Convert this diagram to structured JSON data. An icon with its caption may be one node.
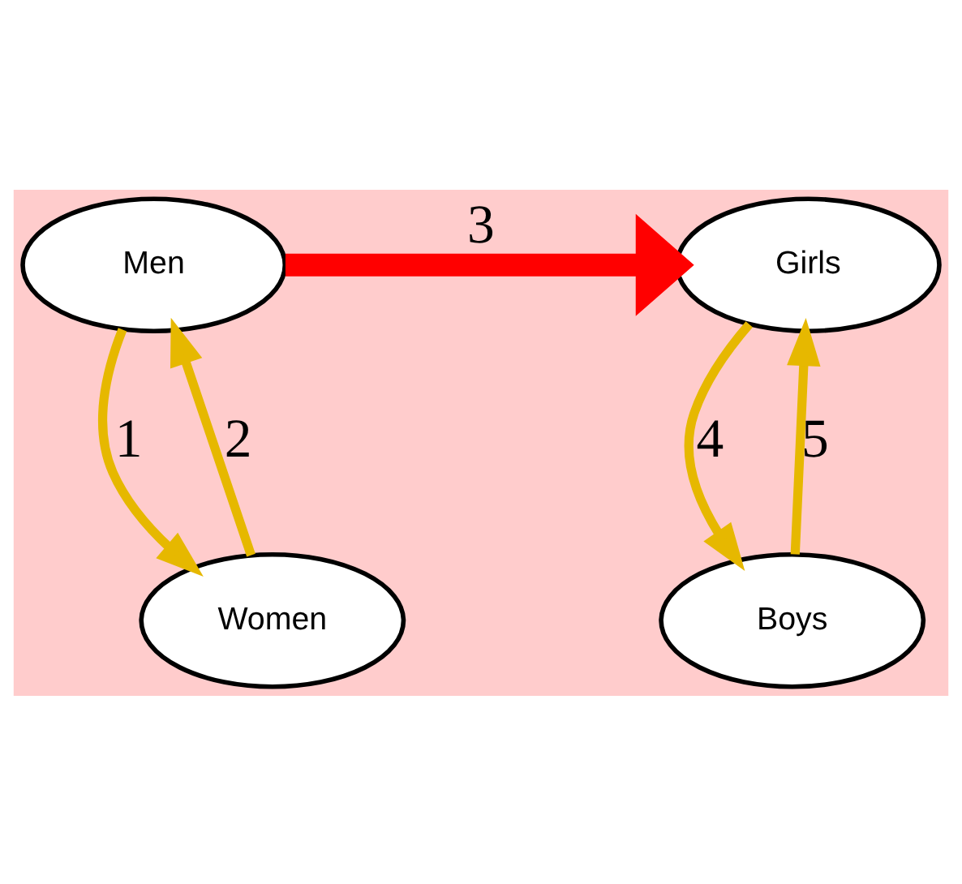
{
  "diagram": {
    "nodes": [
      {
        "text": [
          "Men"
        ]
      },
      {
        "text": [
          "Girls"
        ]
      },
      {
        "text": [
          "Women"
        ]
      },
      {
        "text": [
          "Boys"
        ]
      }
    ],
    "edges": [
      {
        "from": 0,
        "to": 2,
        "arrow": "to",
        "label": "1"
      },
      {
        "from": 2,
        "to": 0,
        "arrow": "to",
        "label": "2"
      },
      {
        "from": 0,
        "to": 1,
        "arrow": "to",
        "label": "3",
        "style": "thick",
        "color": "#ff0000"
      },
      {
        "from": 1,
        "to": 3,
        "arrow": "to",
        "label": "4"
      },
      {
        "from": 3,
        "to": 1,
        "arrow": "to",
        "label": "5"
      }
    ]
  }
}
